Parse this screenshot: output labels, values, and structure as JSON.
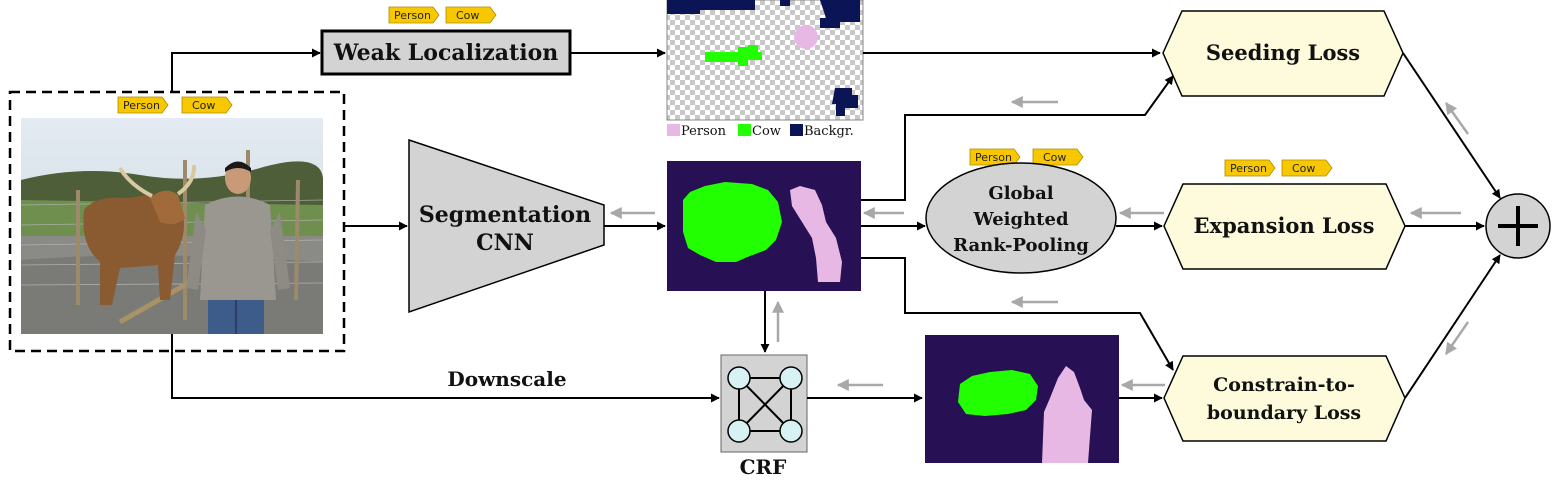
{
  "tags": {
    "person": "Person",
    "cow": "Cow"
  },
  "colors": {
    "tag_fill": "#f7c800",
    "loss_fill": "#fdfbdc",
    "box_fill": "#d3d3d3",
    "seg_background": "#281055",
    "seg_cow": "#22ff00",
    "seg_person": "#e8b8e4",
    "map_background": "#0b1455",
    "gradient_arrow": "#a8a8a8"
  },
  "nodes": {
    "weak_localization": "Weak Localization",
    "segmentation_cnn": [
      "Segmentation",
      "CNN"
    ],
    "global_pooling": [
      "Global",
      "Weighted",
      "Rank-Pooling"
    ],
    "seeding_loss": "Seeding Loss",
    "expansion_loss": "Expansion Loss",
    "constrain_loss": [
      "Constrain-to-",
      "boundary Loss"
    ],
    "crf": "CRF",
    "downscale": "Downscale",
    "sum": "+"
  },
  "legend": {
    "person": "Person",
    "cow": "Cow",
    "background": "Backgr."
  },
  "icons": {
    "input_image": "photo-of-man-and-highland-cow",
    "crf_graph": "fully-connected-graph-icon",
    "sum": "plus-circle-icon"
  }
}
